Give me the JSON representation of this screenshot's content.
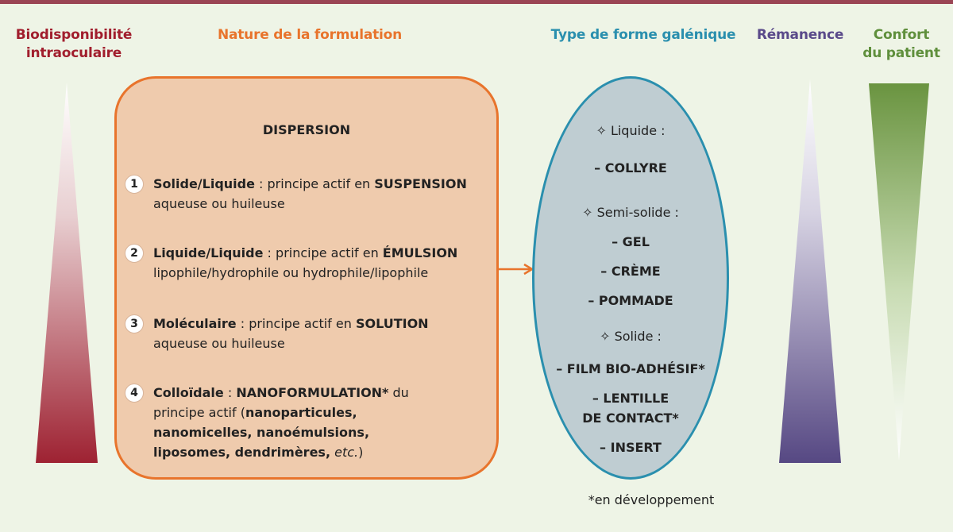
{
  "colors": {
    "bio": "#a11e2d",
    "nature": "#e8742c",
    "type": "#2a8fae",
    "remanence": "#5a4a8a",
    "confort": "#5f8f3c"
  },
  "headers": {
    "bio_line1": "Biodisponibilité",
    "bio_line2": "intraoculaire",
    "nature": "Nature de la formulation",
    "type": "Type de forme galénique",
    "remanence": "Rémanence",
    "confort_line1": "Confort",
    "confort_line2": "du patient"
  },
  "panel": {
    "title": "DISPERSION",
    "items": [
      {
        "num": "1",
        "b1": "Solide/Liquide",
        "t1": " : principe actif en ",
        "b2": "SUSPENSION",
        "t2": "aqueuse ou huileuse"
      },
      {
        "num": "2",
        "b1": "Liquide/Liquide",
        "t1": " : principe actif en ",
        "b2": "ÉMULSION",
        "t2": "lipophile/hydrophile ou hydrophile/lipophile"
      },
      {
        "num": "3",
        "b1": "Moléculaire",
        "t1": " : principe actif en ",
        "b2": "SOLUTION",
        "t2": "aqueuse ou huileuse"
      },
      {
        "num": "4",
        "b1": "Colloïdale",
        "t1": " : ",
        "b2": "NANOFORMULATION*",
        "t2": " du principe actif (",
        "b3": "nanoparticules, nanomicelles, nanoémulsions, liposomes, dendrimères,",
        "i1": "etc.",
        "t3": ")"
      }
    ]
  },
  "ellipse": {
    "liquide": "✧ Liquide :",
    "collyre": "– COLLYRE",
    "semisolide": "✧ Semi-solide :",
    "gel": "– GEL",
    "creme": "– CRÈME",
    "pommade": "– POMMADE",
    "solide": "✧ Solide :",
    "film": "– FILM BIO-ADHÉSIF*",
    "lentille1": "– LENTILLE",
    "lentille2": "DE CONTACT*",
    "insert": "– INSERT"
  },
  "footnote": "*en développement"
}
